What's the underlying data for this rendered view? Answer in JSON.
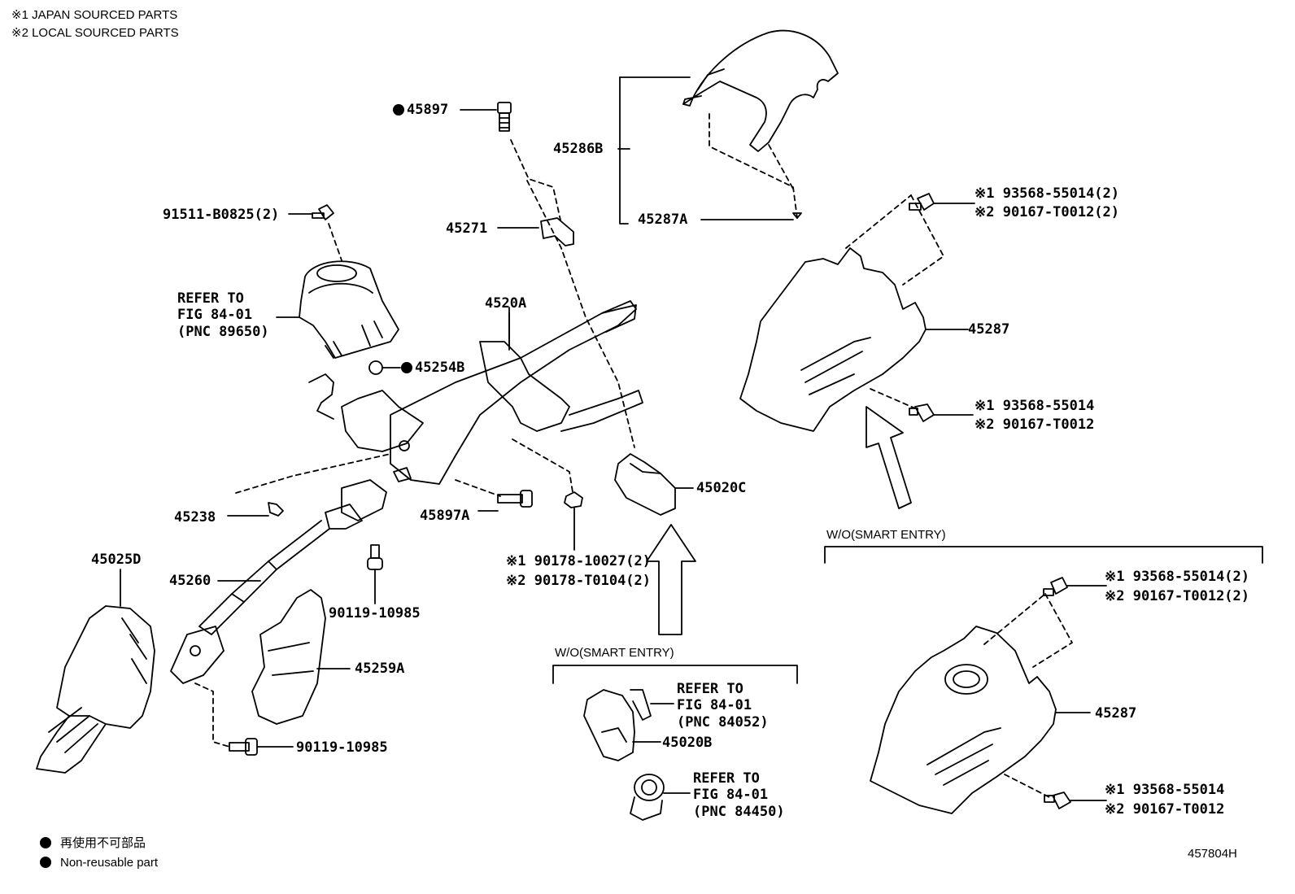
{
  "notes": {
    "japan": "※1 JAPAN SOURCED PARTS",
    "local": "※2 LOCAL SOURCED PARTS"
  },
  "legend": {
    "jp": "再使用不可部品",
    "en": "Non-reusable part"
  },
  "figure_id": "457804H",
  "labels": {
    "p45897": "45897",
    "p91511": "91511-B0825(2)",
    "p45271": "45271",
    "p45286B": "45286B",
    "p45287A": "45287A",
    "p93568_top_1": "※1 93568-55014(2)",
    "p93568_top_2": "※2 90167-T0012(2)",
    "refer_a_1": "REFER TO",
    "refer_a_2": "FIG 84-01",
    "refer_a_3": "(PNC 89650)",
    "p4520A": "4520A",
    "p45254B": "45254B",
    "p45287_top": "45287",
    "p93568_mid_1": "※1 93568-55014",
    "p93568_mid_2": "※2 90167-T0012",
    "p45020C": "45020C",
    "p45238": "45238",
    "p45897A": "45897A",
    "p90178_1": "※1 90178-10027(2)",
    "p90178_2": "※2 90178-T0104(2)",
    "p45025D": "45025D",
    "p45260": "45260",
    "p90119_a": "90119-10985",
    "p45259A": "45259A",
    "p90119_b": "90119-10985",
    "wo_smart_1": "W/O(SMART ENTRY)",
    "wo_smart_2": "W/O(SMART ENTRY)",
    "refer_b_1": "REFER TO",
    "refer_b_2": "FIG 84-01",
    "refer_b_3": "(PNC 84052)",
    "p45020B": "45020B",
    "refer_c_1": "REFER TO",
    "refer_c_2": "FIG 84-01",
    "refer_c_3": "(PNC 84450)",
    "p93568_low_top_1": "※1 93568-55014(2)",
    "p93568_low_top_2": "※2 90167-T0012(2)",
    "p45287_low": "45287",
    "p93568_low_bot_1": "※1 93568-55014",
    "p93568_low_bot_2": "※2 90167-T0012"
  }
}
